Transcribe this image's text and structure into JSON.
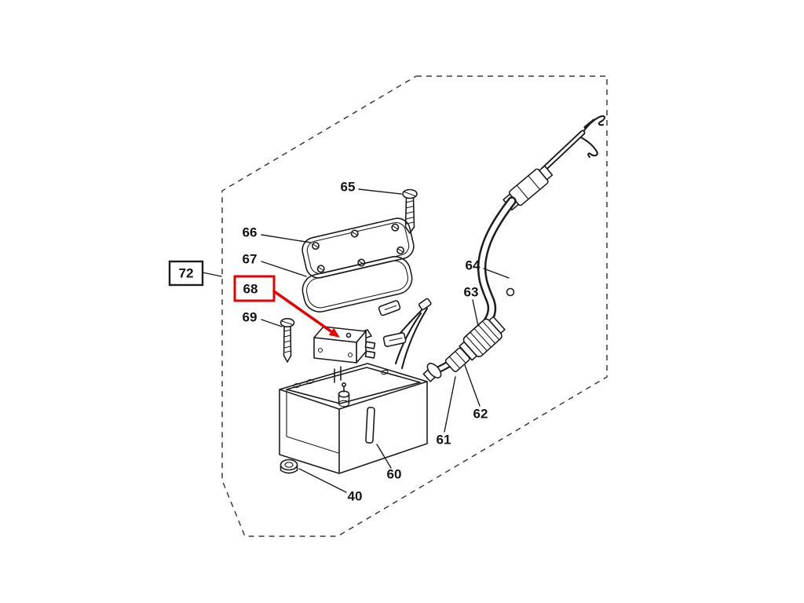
{
  "diagram": {
    "kind": "exploded-parts-diagram",
    "colors": {
      "line": "#1d1d1d",
      "highlight": "#e60000",
      "background": "#ffffff",
      "border_dash": "#3c3c3c"
    },
    "part_numbers": [
      "40",
      "60",
      "61",
      "62",
      "63",
      "64",
      "65",
      "66",
      "67",
      "68",
      "69",
      "72"
    ],
    "boxed_reference": "72",
    "highlighted_part": "68"
  },
  "labels": {
    "p40": "40",
    "p60": "60",
    "p61": "61",
    "p62": "62",
    "p63": "63",
    "p64": "64",
    "p65": "65",
    "p66": "66",
    "p67": "67",
    "p68": "68",
    "p69": "69",
    "p72": "72"
  }
}
